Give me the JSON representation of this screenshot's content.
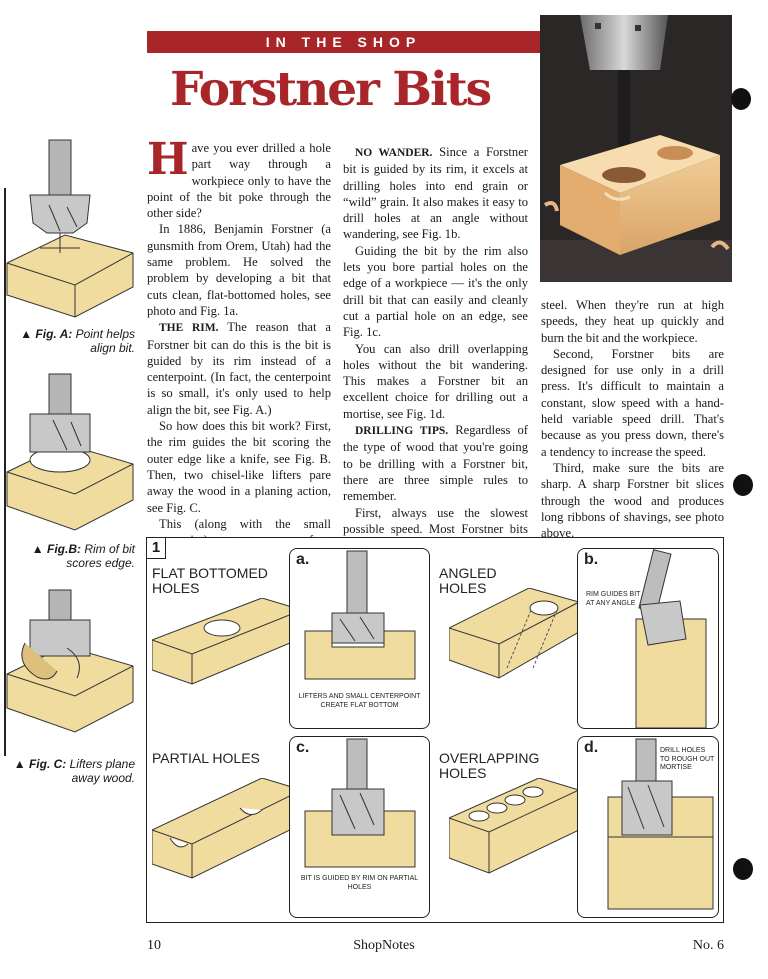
{
  "header": {
    "banner": "IN THE SHOP",
    "title": "Forstner Bits"
  },
  "sidebar": {
    "fig_a_label": "▲ Fig. A:",
    "fig_a_text": " Point helps align bit.",
    "fig_b_label": "▲ Fig.B:",
    "fig_b_text": " Rim of bit scores edge.",
    "fig_c_label": "▲ Fig. C:",
    "fig_c_text": " Lifters plane away wood."
  },
  "article": {
    "dropcap": "H",
    "c1_p1": "ave you ever drilled a hole part way through a workpiece only to have the point of the bit poke through the other side?",
    "c1_p2": "In 1886, Benjamin Forstner (a gunsmith from Orem, Utah) had the same problem. He solved the problem by developing a bit that cuts clean, flat-bottomed holes, see photo and Fig. 1a.",
    "c1_p3_head": "THE RIM.",
    "c1_p3": " The reason that a Forstner bit can do this is the bit is guided by its rim instead of a centerpoint. (In fact, the centerpoint is so small, it's only used to help align the bit, see Fig. A.)",
    "c1_p4": "So how does this bit work? First, the rim guides the bit scoring the outer edge like a knife, see Fig. B. Then, two chisel-like lifters pare away the wood in a planing action, see Fig. C.",
    "c1_p5": "This (along with the small centerpoint) creates a near-perfect, flat bottomed hole, see Fig. 1a.",
    "c2_p1_head": "NO WANDER.",
    "c2_p1": " Since a Forstner bit is guided by its rim, it excels at drilling holes into end grain or “wild” grain. It also makes it easy to drill holes at an angle without wandering, see Fig. 1b.",
    "c2_p2": "Guiding the bit by the rim also lets you bore partial holes on the edge of a workpiece — it's the only drill bit that can easily and cleanly cut a partial hole on an edge, see Fig. 1c.",
    "c2_p3": "You can also drill overlapping holes without the bit wandering. This makes a Forstner bit an excellent choice for drilling out a mortise, see Fig. 1d.",
    "c2_p4_head": "DRILLING TIPS.",
    "c2_p4": " Regardless of the type of wood that you're going to be drilling with a Forstner bit, there are three simple rules to remember.",
    "c2_p5": "First, always use the slowest possible speed. Most Forstner bits aren't made of high-speed",
    "c3_p1": "steel. When they're run at high speeds, they heat up quickly and burn the bit and the workpiece.",
    "c3_p2": "Second, Forstner bits are designed for use only in a drill press. It's difficult to maintain a constant, slow speed with a hand-held variable speed drill. That's because as you press down, there's a tendency to increase the speed.",
    "c3_p3": "Third, make sure the bits are sharp. A sharp Forstner bit slices through the wood and produces long ribbons of shavings, see photo above."
  },
  "diagram": {
    "number": "1",
    "flat_label": "FLAT BOTTOMED HOLES",
    "angled_label": "ANGLED HOLES",
    "partial_label": "PARTIAL HOLES",
    "overlap_label": "OVERLAPPING HOLES",
    "inset_a": "a.",
    "inset_b": "b.",
    "inset_c": "c.",
    "inset_d": "d.",
    "callout_a": "LIFTERS AND SMALL CENTERPOINT CREATE FLAT BOTTOM",
    "callout_b": "RIM GUIDES BIT AT ANY ANGLE",
    "callout_c": "BIT IS GUIDED BY RIM ON PARTIAL HOLES",
    "callout_d": "DRILL HOLES TO ROUGH OUT MORTISE"
  },
  "footer": {
    "page": "10",
    "magazine": "ShopNotes",
    "issue": "No. 6"
  },
  "colors": {
    "accent": "#a8262a",
    "wood": "#f1dc9f",
    "wood_photo": "#e8bd85",
    "steel": "#9a9a9a"
  }
}
